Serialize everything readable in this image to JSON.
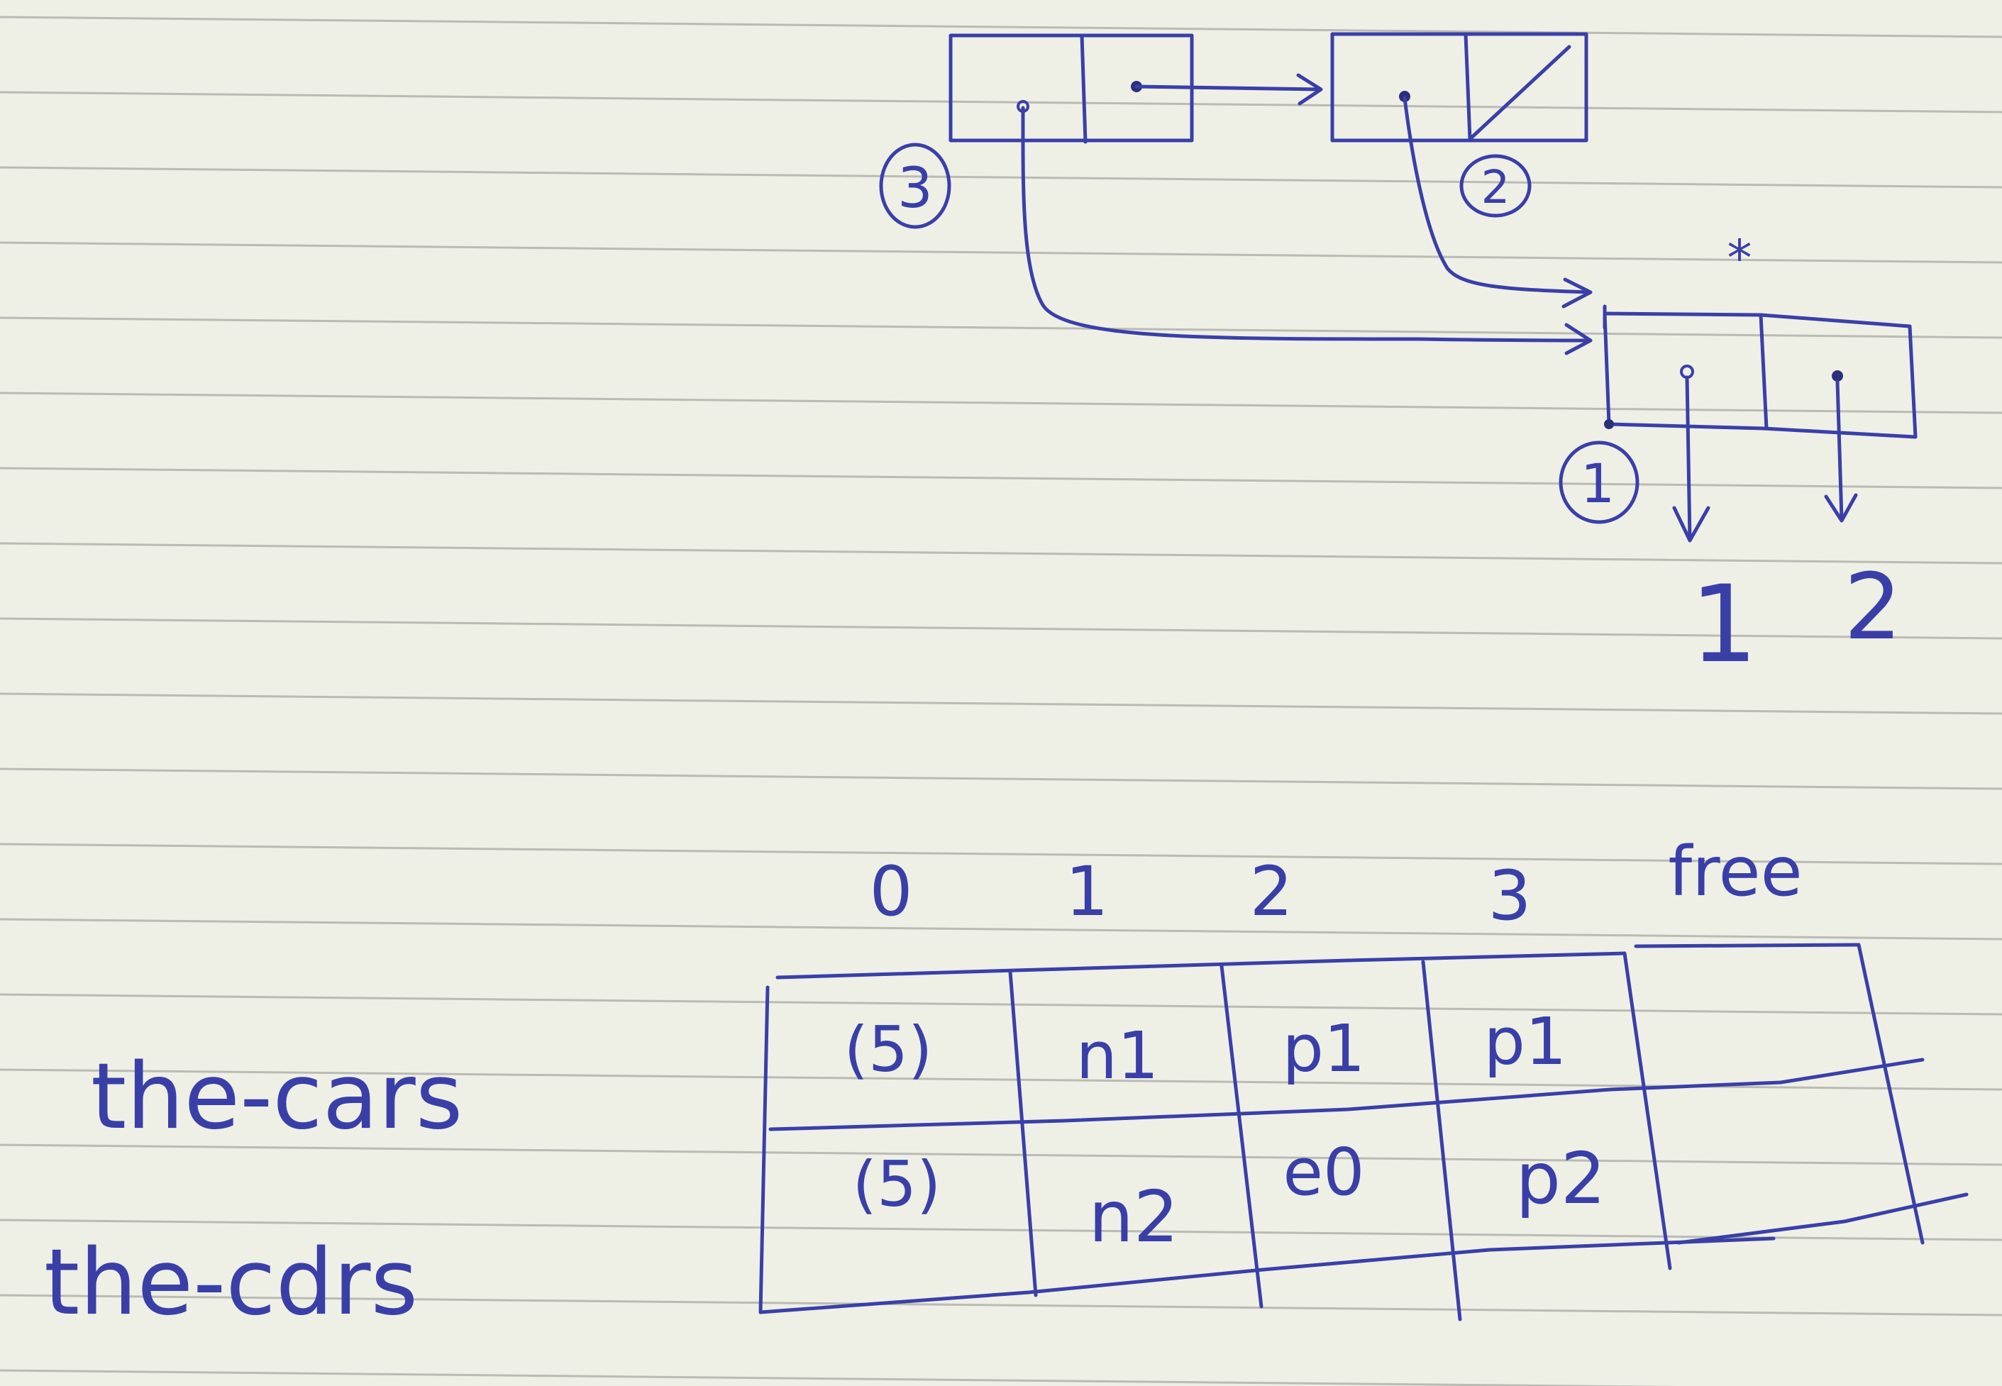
{
  "diagram": {
    "node_labels": [
      "3",
      "2",
      "1"
    ],
    "star_mark": "*",
    "leaf_values": [
      "1",
      "2"
    ]
  },
  "memory_table": {
    "column_headers": [
      "0",
      "1",
      "2",
      "3",
      "free"
    ],
    "rows": [
      {
        "label": "the-cars",
        "cells": [
          "(5)",
          "n1",
          "p1",
          "p1",
          ""
        ]
      },
      {
        "label": "the-cdrs",
        "cells": [
          "(5)",
          "n2",
          "e0",
          "p2",
          ""
        ]
      }
    ]
  },
  "colors": {
    "ink": "#3a3fa8",
    "paper": "#eef0e6",
    "rule_line": "#b9bbb4"
  }
}
